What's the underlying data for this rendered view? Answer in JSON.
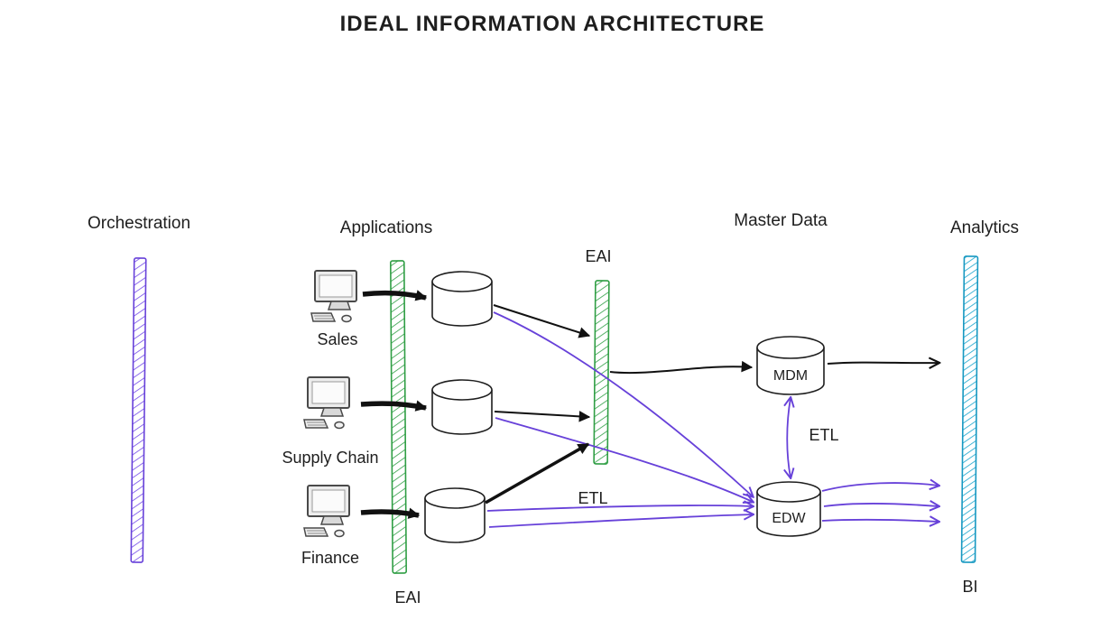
{
  "title": "IDEAL INFORMATION ARCHITECTURE",
  "columns": {
    "orchestration": "Orchestration",
    "applications": "Applications",
    "master_data": "Master Data",
    "analytics": "Analytics"
  },
  "apps": {
    "sales": "Sales",
    "supply_chain": "Supply Chain",
    "finance": "Finance"
  },
  "stores": {
    "mdm": "MDM",
    "edw": "EDW"
  },
  "labels": {
    "eai_apps": "EAI",
    "eai_integration": "EAI",
    "etl_sources_edw": "ETL",
    "etl_mdm_edw": "ETL",
    "bi": "BI"
  },
  "colors": {
    "orchestration_bar": "#6741d9",
    "eai_bar": "#2f9e44",
    "analytics_bar": "#1798c1",
    "purple_arrows": "#6741d9",
    "black_arrows": "#111111",
    "text": "#1e1e1e"
  },
  "edges": [
    {
      "from": "Sales",
      "to": "app-db-1",
      "style": "black-thick"
    },
    {
      "from": "Supply Chain",
      "to": "app-db-2",
      "style": "black-thick"
    },
    {
      "from": "Finance",
      "to": "app-db-3",
      "style": "black-thick"
    },
    {
      "from": "app-db-1",
      "to": "EAI bus",
      "style": "black"
    },
    {
      "from": "app-db-2",
      "to": "EAI bus",
      "style": "black"
    },
    {
      "from": "app-db-3",
      "to": "EAI bus",
      "style": "black"
    },
    {
      "from": "EAI bus",
      "to": "MDM",
      "style": "black"
    },
    {
      "from": "MDM",
      "to": "Analytics",
      "style": "black"
    },
    {
      "from": "app-db-1",
      "to": "EDW",
      "style": "purple"
    },
    {
      "from": "app-db-2",
      "to": "EDW",
      "style": "purple"
    },
    {
      "from": "app-db-3",
      "to": "EDW",
      "style": "purple",
      "label": "ETL"
    },
    {
      "from": "MDM",
      "to": "EDW",
      "style": "purple-bidirectional",
      "label": "ETL"
    },
    {
      "from": "EDW",
      "to": "Analytics",
      "style": "purple",
      "count": 3
    }
  ]
}
